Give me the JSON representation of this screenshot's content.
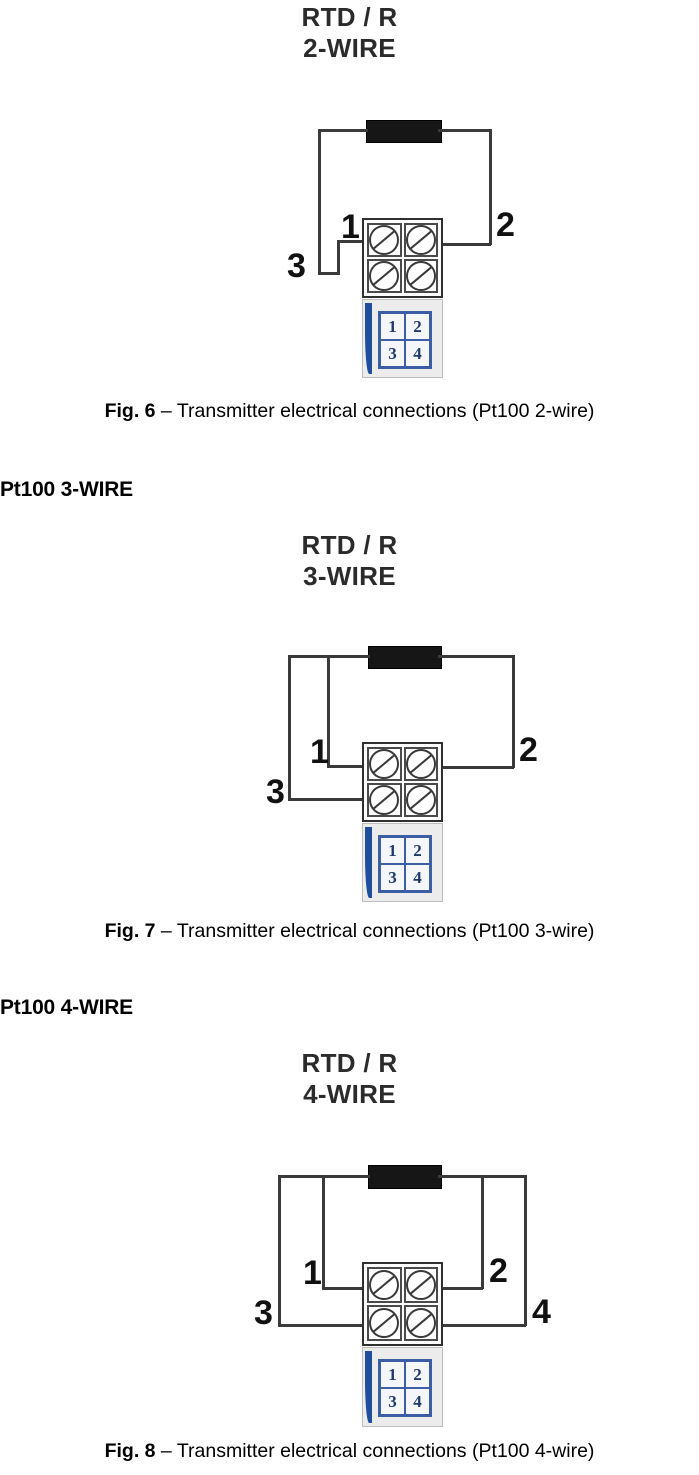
{
  "document": {
    "sections": [
      {
        "id": "pt100-2wire",
        "heading": null,
        "diagram": {
          "title": "RTD / R\n2-WIRE",
          "pin_labels": [
            "1",
            "2",
            "3"
          ],
          "connector_numbers": [
            "1",
            "2",
            "3",
            "4"
          ]
        },
        "caption": {
          "fig": "Fig. 6",
          "dash": " – ",
          "text": "Transmitter electrical connections (Pt100 2-wire)"
        }
      },
      {
        "id": "pt100-3wire",
        "heading": "Pt100 3-WIRE",
        "diagram": {
          "title": "RTD / R\n3-WIRE",
          "pin_labels": [
            "1",
            "2",
            "3"
          ],
          "connector_numbers": [
            "1",
            "2",
            "3",
            "4"
          ]
        },
        "caption": {
          "fig": "Fig. 7",
          "dash": " – ",
          "text": "Transmitter electrical connections (Pt100 3-wire)"
        }
      },
      {
        "id": "pt100-4wire",
        "heading": "Pt100 4-WIRE",
        "diagram": {
          "title": "RTD / R\n4-WIRE",
          "pin_labels": [
            "1",
            "2",
            "3",
            "4"
          ],
          "connector_numbers": [
            "1",
            "2",
            "3",
            "4"
          ]
        },
        "caption": {
          "fig": "Fig. 8",
          "dash": " – ",
          "text": "Transmitter electrical connections (Pt100 4-wire)"
        }
      }
    ],
    "colors": {
      "wire": "#3a3a3a",
      "resistor": "#161616",
      "connector_blue": "#1f4e9c",
      "connector_number": "#1f3a6e",
      "text": "#000000"
    }
  }
}
